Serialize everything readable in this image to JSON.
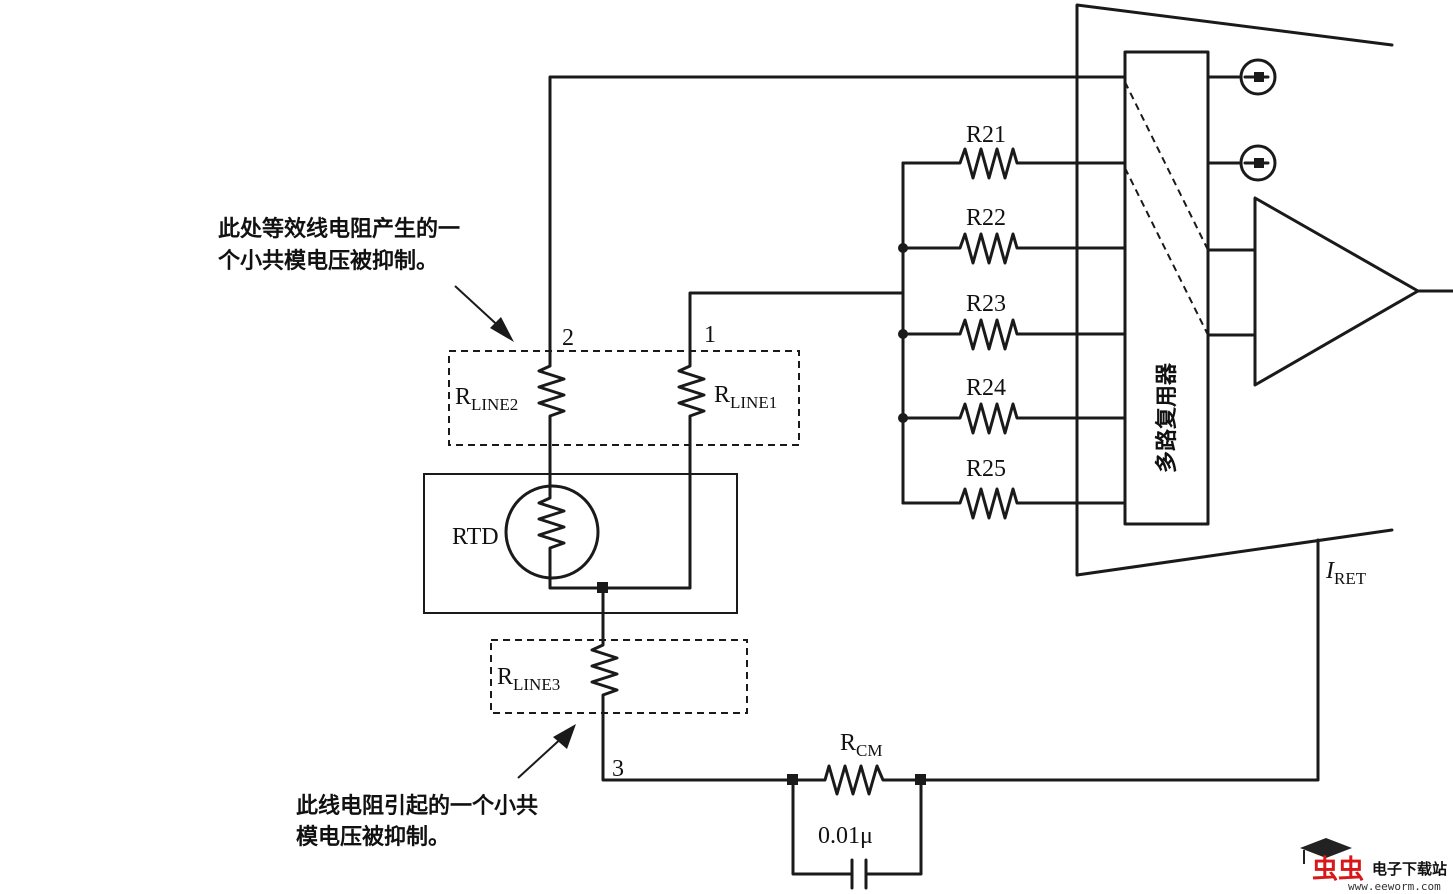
{
  "labels": {
    "r21": "R21",
    "r22": "R22",
    "r23": "R23",
    "r24": "R24",
    "r25": "R25",
    "rline2_main": "R",
    "rline2_sub": "LINE2",
    "rline1_main": "R",
    "rline1_sub": "LINE1",
    "rline3_main": "R",
    "rline3_sub": "LINE3",
    "rtd": "RTD",
    "rcm_main": "R",
    "rcm_sub": "CM",
    "iret_main": "I",
    "iret_sub": "RET",
    "cap": "0.01μ",
    "node1": "1",
    "node2": "2",
    "node3": "3",
    "mux": "多路复用器"
  },
  "notes": {
    "top_line1": "此处等效线电阻产生的一",
    "top_line2": "个小共模电压被抑制。",
    "bottom_line1": "此线电阻引起的一个小共",
    "bottom_line2": "模电压被抑制。"
  },
  "watermark": {
    "brand": "虫虫",
    "site_name": "电子下载站",
    "url": "www.eeworm.com"
  }
}
